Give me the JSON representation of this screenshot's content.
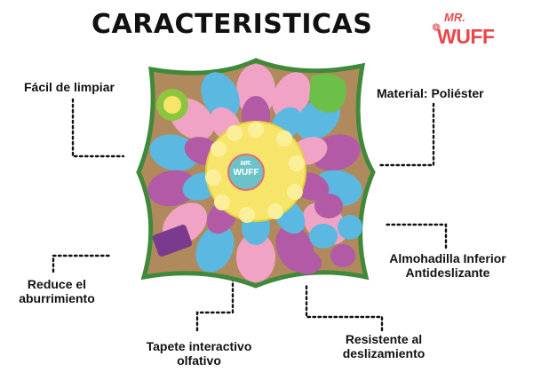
{
  "title": "CARACTERISTICAS",
  "brand": {
    "line1": "MR.",
    "line2": "WUFF"
  },
  "features": {
    "easy_clean": "Fácil de limpiar",
    "material": "Material: Poliéster",
    "non_slip_pad_line1": "Almohadilla Inferior",
    "non_slip_pad_line2": "Antideslizante",
    "boredom_line1": "Reduce el",
    "boredom_line2": "aburrimiento",
    "interactive_line1": "Tapete interactivo",
    "interactive_line2": "olfativo",
    "slip_resistant_line1": "Resistente al",
    "slip_resistant_line2": "deslizamiento"
  },
  "product_badge": {
    "line1": "MR.",
    "line2": "WUFF"
  },
  "colors": {
    "mat_border": "#3f8a3a",
    "mat_base": "#b08a5c",
    "pink": "#f1a3c6",
    "blue": "#5bb8e0",
    "purple": "#b25aa6",
    "yellow": "#f7e46a",
    "brand_red": "#e8474c"
  }
}
